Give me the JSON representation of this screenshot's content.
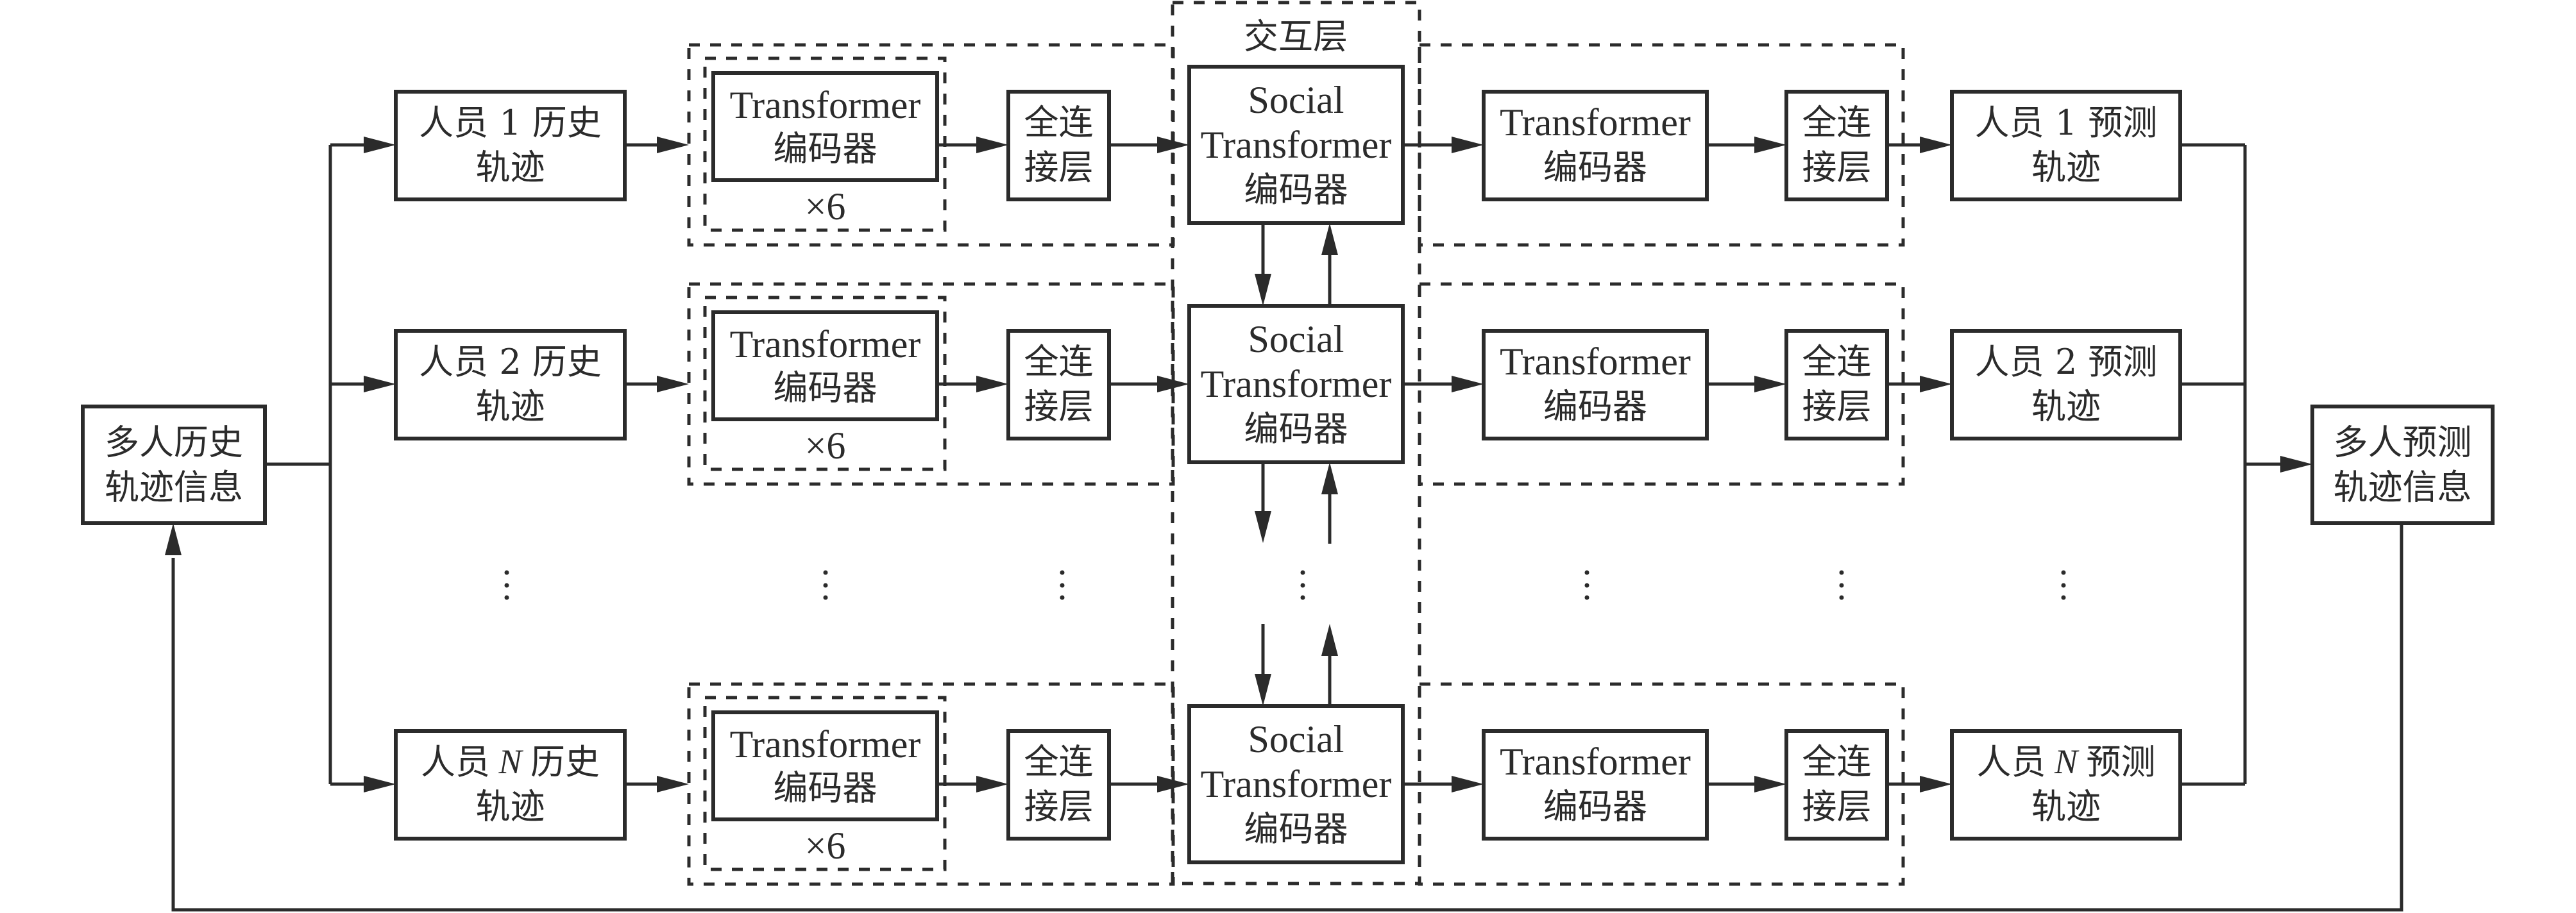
{
  "diagram": {
    "title": "Multi-person trajectory prediction with Social Transformer",
    "interaction_layer_label": "交互层",
    "input_box": {
      "line1": "多人历史",
      "line2": "轨迹信息"
    },
    "output_box": {
      "line1": "多人预测",
      "line2": "轨迹信息"
    },
    "rows": [
      {
        "person_id": "1",
        "id_italic": false,
        "history": {
          "pre": "人员",
          "post": "历史",
          "line2": "轨迹"
        },
        "encoder": {
          "line1": "Transformer",
          "line2": "编码器",
          "repeat": "×6"
        },
        "fc1": {
          "line1": "全连",
          "line2": "接层"
        },
        "social": {
          "line1": "Social",
          "line2": "Transformer",
          "line3": "编码器"
        },
        "decoder": {
          "line1": "Transformer",
          "line2": "编码器"
        },
        "fc2": {
          "line1": "全连",
          "line2": "接层"
        },
        "prediction": {
          "pre": "人员",
          "post": "预测",
          "line2": "轨迹"
        }
      },
      {
        "person_id": "2",
        "id_italic": false,
        "history": {
          "pre": "人员",
          "post": "历史",
          "line2": "轨迹"
        },
        "encoder": {
          "line1": "Transformer",
          "line2": "编码器",
          "repeat": "×6"
        },
        "fc1": {
          "line1": "全连",
          "line2": "接层"
        },
        "social": {
          "line1": "Social",
          "line2": "Transformer",
          "line3": "编码器"
        },
        "decoder": {
          "line1": "Transformer",
          "line2": "编码器"
        },
        "fc2": {
          "line1": "全连",
          "line2": "接层"
        },
        "prediction": {
          "pre": "人员",
          "post": "预测",
          "line2": "轨迹"
        }
      },
      {
        "person_id": "N",
        "id_italic": true,
        "history": {
          "pre": "人员",
          "post": "历史",
          "line2": "轨迹"
        },
        "encoder": {
          "line1": "Transformer",
          "line2": "编码器",
          "repeat": "×6"
        },
        "fc1": {
          "line1": "全连",
          "line2": "接层"
        },
        "social": {
          "line1": "Social",
          "line2": "Transformer",
          "line3": "编码器"
        },
        "decoder": {
          "line1": "Transformer",
          "line2": "编码器"
        },
        "fc2": {
          "line1": "全连",
          "line2": "接层"
        },
        "prediction": {
          "pre": "人员",
          "post": "预测",
          "line2": "轨迹"
        }
      }
    ],
    "ellipsis_symbol": "⋮",
    "colors": {
      "stroke": "#2b2b2b",
      "background": "#ffffff"
    }
  }
}
